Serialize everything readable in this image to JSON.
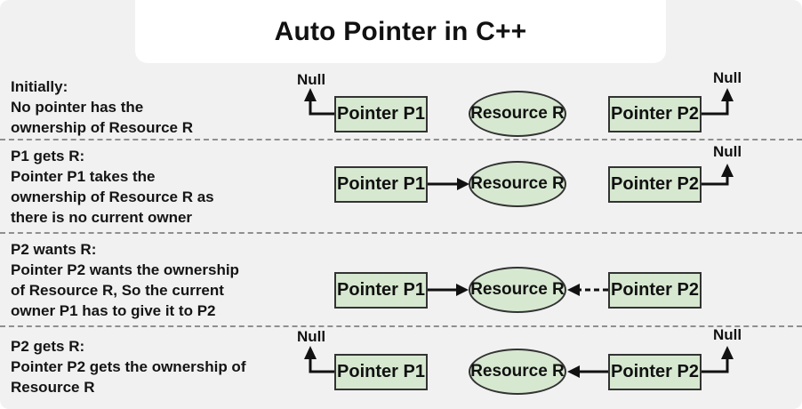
{
  "title": "Auto Pointer in C++",
  "labels": {
    "pointer_p1": "Pointer P1",
    "resource_r": "Resource R",
    "pointer_p2": "Pointer P2",
    "null": "Null"
  },
  "rows": [
    {
      "name": "initially",
      "description": "Initially:\nNo pointer has the\nownership of Resource R"
    },
    {
      "name": "p1-gets-r",
      "description": "P1 gets R:\nPointer P1 takes the\nownership of Resource R as\nthere is no current owner"
    },
    {
      "name": "p2-wants-r",
      "description": "P2 wants R:\nPointer P2 wants the ownership\nof Resource R, So the current\nowner P1 has to give it to P2"
    },
    {
      "name": "p2-gets-r",
      "description": "P2 gets R:\nPointer P2 gets the ownership of\nResource R"
    }
  ],
  "colors": {
    "background": "#f1f1f2",
    "title_card": "#ffffff",
    "node_fill": "#d7e8d1",
    "node_border": "#333333",
    "arrow": "#111111",
    "divider": "#8f8f8f"
  }
}
